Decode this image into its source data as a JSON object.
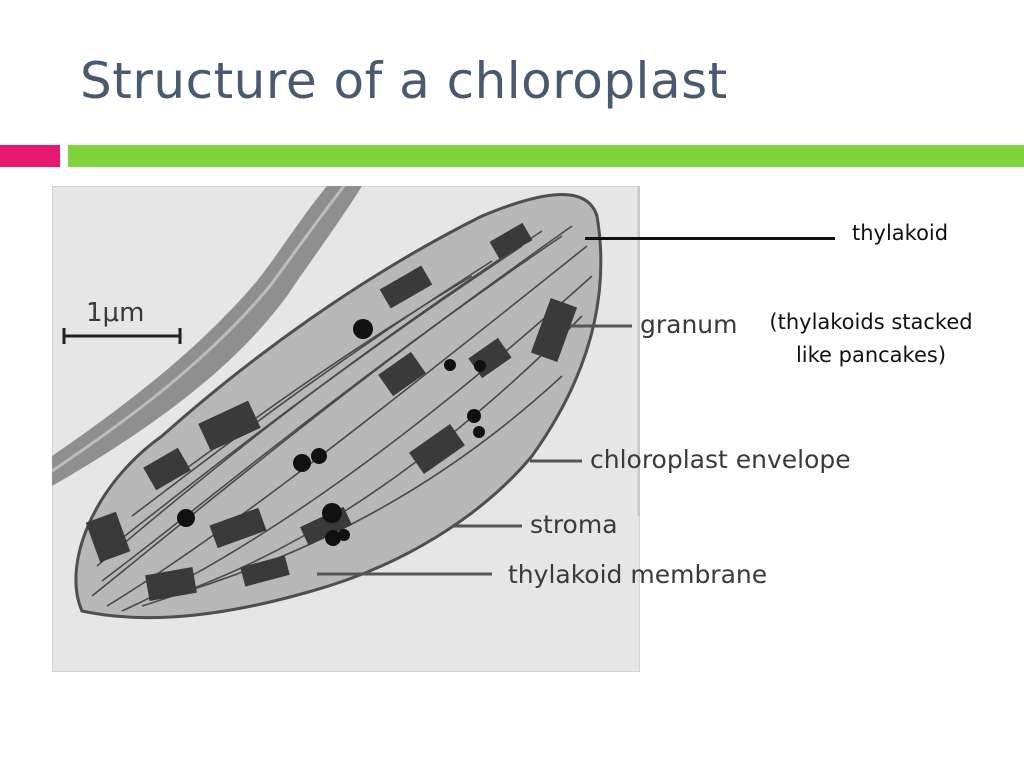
{
  "slide": {
    "title": "Structure of a chloroplast",
    "accent_pink": "#e6186f",
    "accent_green": "#7fd33c"
  },
  "diagram": {
    "scale_bar": "1μm",
    "labels": {
      "granum": "granum",
      "envelope": "chloroplast envelope",
      "stroma": "stroma",
      "thylakoid_membrane": "thylakoid membrane"
    }
  },
  "annotations": {
    "thylakoid": "thylakoid",
    "note_line1": "(thylakoids stacked",
    "note_line2": "like pancakes)"
  }
}
